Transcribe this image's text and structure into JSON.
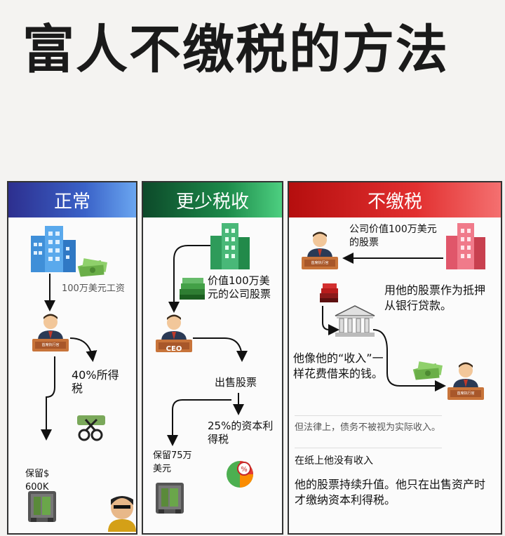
{
  "title": "富人不缴税的方法",
  "columns": [
    {
      "header": "正常",
      "salary": "100万美元工资",
      "tax": "40%所得税",
      "keep": "保留$ 600K"
    },
    {
      "header": "更少税收",
      "stock": "价值100万美元的公司股票",
      "ceo_label": "CEO",
      "sell": "出售股票",
      "tax": "25%的资本利得税",
      "keep": "保留75万美元"
    },
    {
      "header": "不缴税",
      "stock": "公司价值100万美元的股票",
      "collateral": "用他的股票作为抵押从银行贷款。",
      "spend": "他像他的“收入”一样花费借来的钱。",
      "note1": "但法律上，债务不被视为实际收入。",
      "note2": "在纸上他没有收入",
      "note3": "他的股票持续升值。他只在出售资产时才缴纳资本利得税。"
    }
  ],
  "ceo_plaque": "首席执行官",
  "colors": {
    "normal": "#3a62c8",
    "less_tax": "#1c8a4a",
    "no_tax": "#e23030"
  }
}
